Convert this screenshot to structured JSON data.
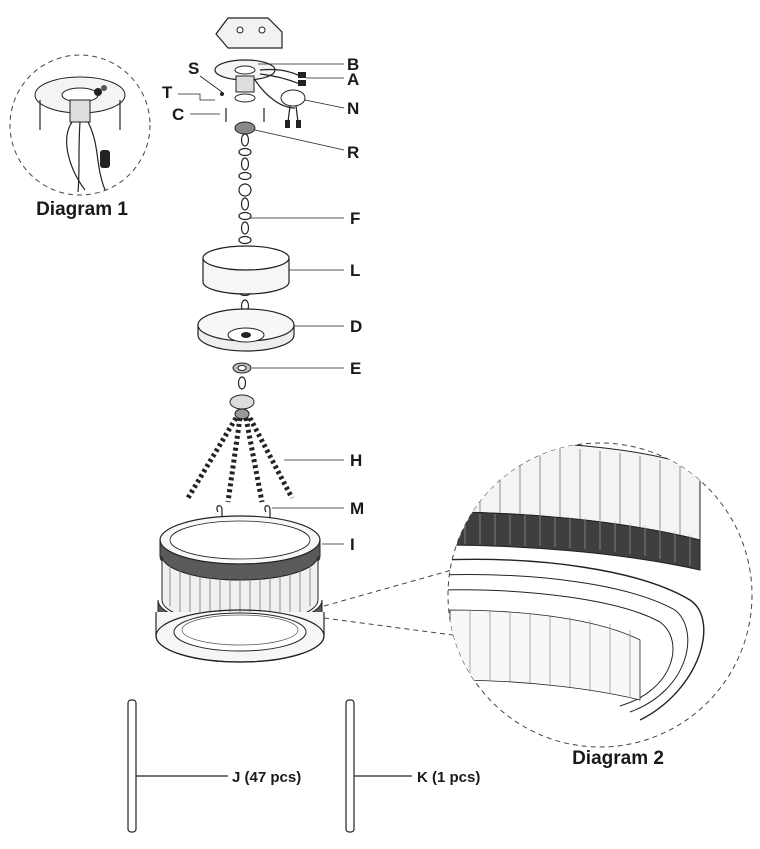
{
  "callouts": {
    "S": "S",
    "T": "T",
    "C": "C",
    "B": "B",
    "A": "A",
    "N": "N",
    "R": "R",
    "F": "F",
    "L": "L",
    "D": "D",
    "E": "E",
    "H": "H",
    "M": "M",
    "I": "I"
  },
  "diagram1_caption": "Diagram 1",
  "diagram2_caption": "Diagram 2",
  "parts": {
    "J": "J (47 pcs)",
    "K": "K (1 pcs)"
  }
}
